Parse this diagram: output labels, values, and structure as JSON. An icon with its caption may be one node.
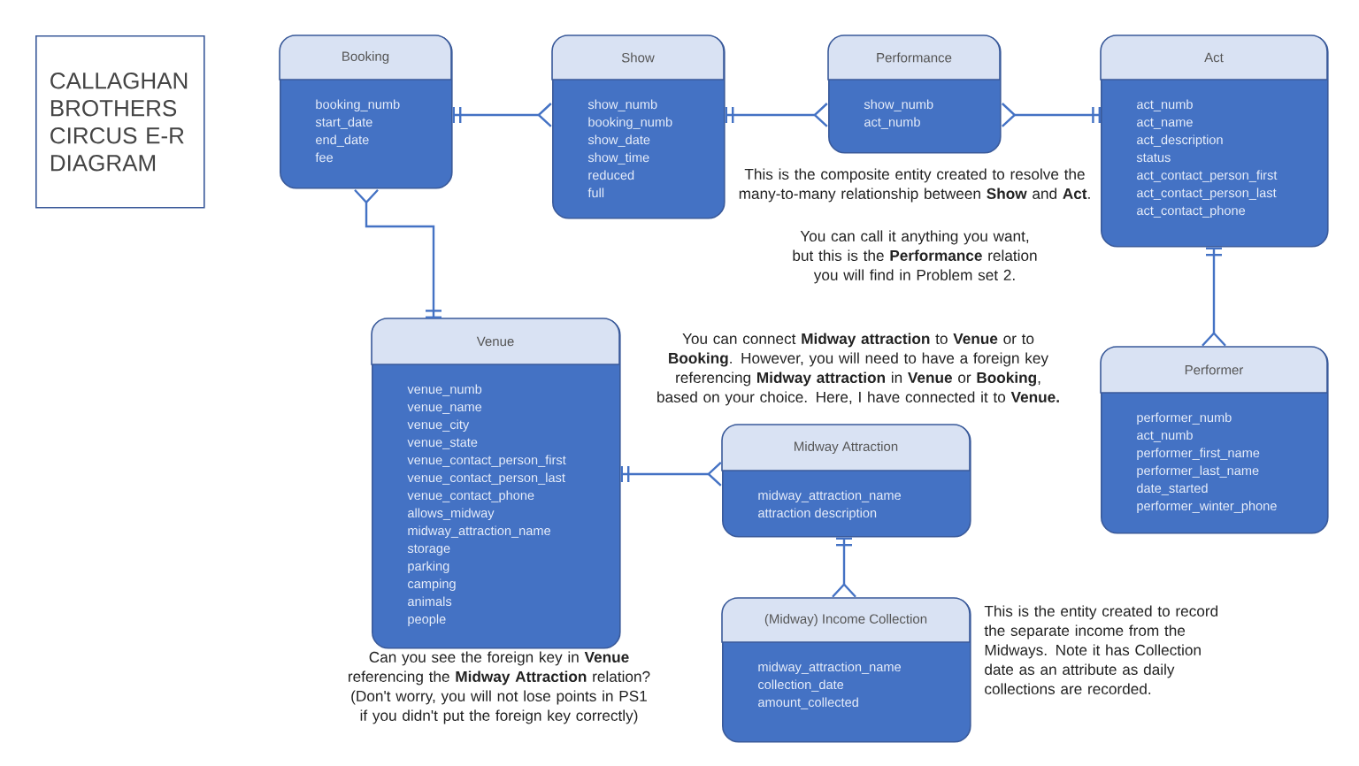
{
  "diagram": {
    "title": "CALLAGHAN BROTHERS CIRCUS E-R DIAGRAM",
    "nodes": [
      {
        "text": [
          "Booking",
          "booking_numb",
          "start_date",
          "end_date",
          "fee"
        ]
      },
      {
        "text": [
          "Show",
          "show_numb",
          "booking_numb",
          "show_date",
          "show_time",
          "reduced",
          "full"
        ]
      },
      {
        "text": [
          "Performance",
          "show_numb",
          "act_numb"
        ]
      },
      {
        "text": [
          "Act",
          "act_numb",
          "act_name",
          "act_description",
          "status",
          "act_contact_person_first",
          "act_contact_person_last",
          "act_contact_phone"
        ]
      },
      {
        "text": [
          "Performer",
          "performer_numb",
          "act_numb",
          "performer_first_name",
          "performer_last_name",
          "date_started",
          "performer_winter_phone"
        ]
      },
      {
        "beside": [
          "Can you see the foreign key in **Venue** referencing the **Midway Attraction** relation? (Don't worry, you will not lose points in PS1 if you didn't put the foreign key correctly)"
        ],
        "text": [
          "Venue",
          "venue_numb",
          "venue_name",
          "venue_city",
          "venue_state",
          "venue_contact_person_first",
          "venue_contact_person_last",
          "venue_contact_phone",
          "allows_midway",
          "midway_attraction_name",
          "storage",
          "parking",
          "camping",
          "animals",
          "people"
        ]
      },
      {
        "text": [
          "Midway Attraction",
          "midway_attraction_name",
          "attraction description"
        ]
      },
      {
        "text": [
          "(Midway) Income Collection",
          "midway_attraction_name",
          "collection_date",
          "amount_collected"
        ],
        "beside": [
          "This is the entity created to record the separate income from the Midways. Note it has Collection date as an attribute as daily collections are recorded."
        ]
      }
    ],
    "edges": [
      {
        "from": 0,
        "to": 1,
        "arrow": "other"
      },
      {
        "from": 1,
        "to": 2,
        "arrow": "other"
      },
      {
        "from": 3,
        "to": 2,
        "arrow": "other"
      },
      {
        "from": 3,
        "to": 4,
        "arrow": "other"
      },
      {
        "from": 5,
        "to": 0,
        "arrow": "other"
      },
      {
        "from": 5,
        "to": 6,
        "arrow": "other"
      },
      {
        "from": 6,
        "to": 7,
        "arrow": "other"
      }
    ],
    "labels": [
      "This is the composite entity created to resolve the many-to-many relationship between **Show** and **Act**.",
      "You can call it anything you want, but this is the **Performance** relation you will find in Problem set 2.",
      "You can connect **Midway attraction** to **Venue** or to **Booking**. However, you will need to have a foreign key referencing **Midway attraction** in **Venue** or **Booking**, based on your choice. Here, I have connected it to **Venue.**"
    ]
  }
}
